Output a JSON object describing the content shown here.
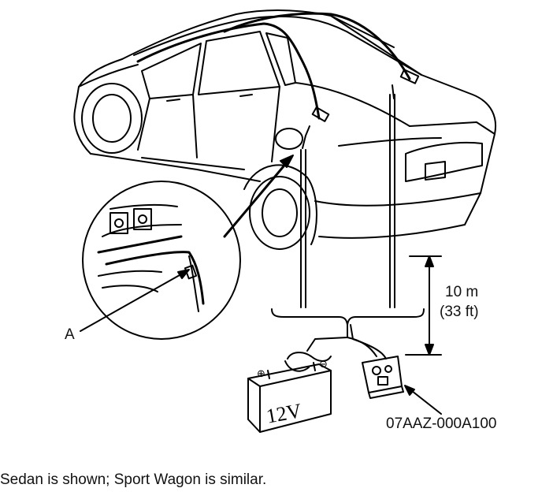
{
  "labels": {
    "callout_a": "A",
    "distance_metric": "10 m",
    "distance_imperial": "(33 ft)",
    "battery_voltage": "12V",
    "battery_plus": "⊕",
    "battery_minus": "⊖",
    "tool_number": "07AAZ-000A100"
  },
  "caption": "Sedan is shown; Sport Wagon is similar."
}
